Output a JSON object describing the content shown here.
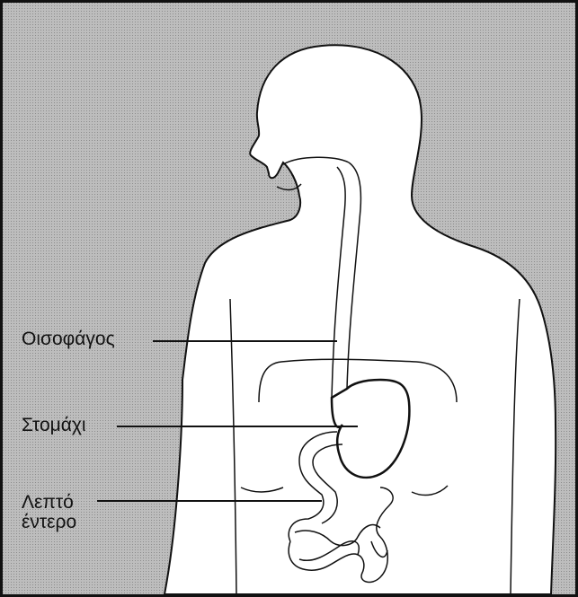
{
  "diagram": {
    "colors": {
      "background_fill": "#bdbdbd",
      "body_fill": "#ffffff",
      "outline": "#111111"
    },
    "labels": {
      "esophagus": "Οισοφάγος",
      "stomach": "Στομάχι",
      "small_intestine_line1": "Λεπτό",
      "small_intestine_line2": "έντερο"
    }
  }
}
